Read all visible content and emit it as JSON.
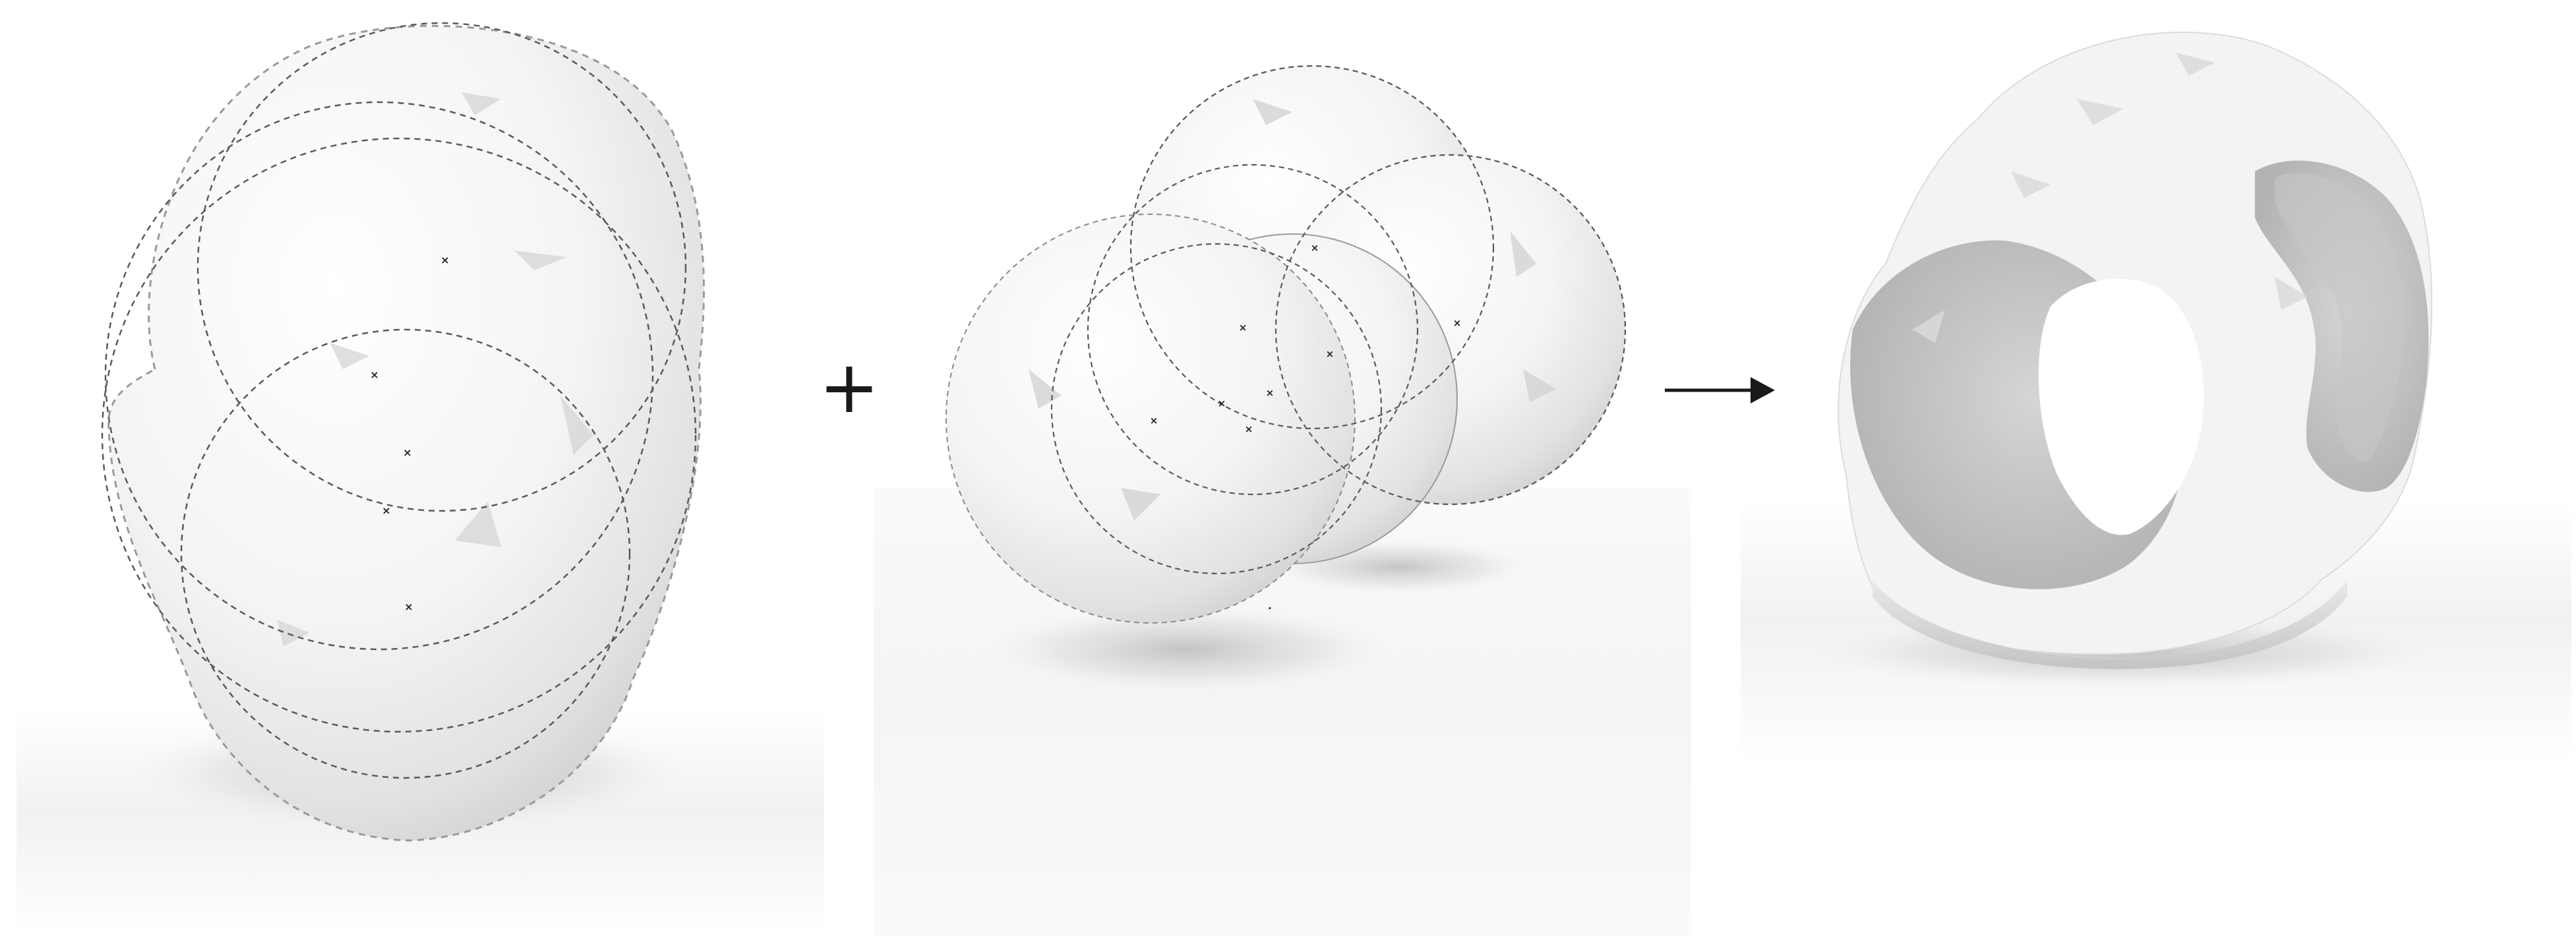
{
  "panels": [
    {
      "id": "tall-form",
      "role": "input mass",
      "sphere_count": 4,
      "center_marker_count": 5
    },
    {
      "id": "cluster",
      "role": "subtracted mass",
      "sphere_count": 4,
      "center_marker_count": 9
    },
    {
      "id": "carved-result",
      "role": "result",
      "opening_count": 2
    }
  ],
  "operators": {
    "plus": "+",
    "arrow": "→"
  },
  "colors": {
    "background": "#ffffff",
    "surface_light": "#f7f7f7",
    "surface_mid": "#e6e6e6",
    "surface_dark": "#bdbdbd",
    "outline": "#555555",
    "marker": "#222222"
  }
}
